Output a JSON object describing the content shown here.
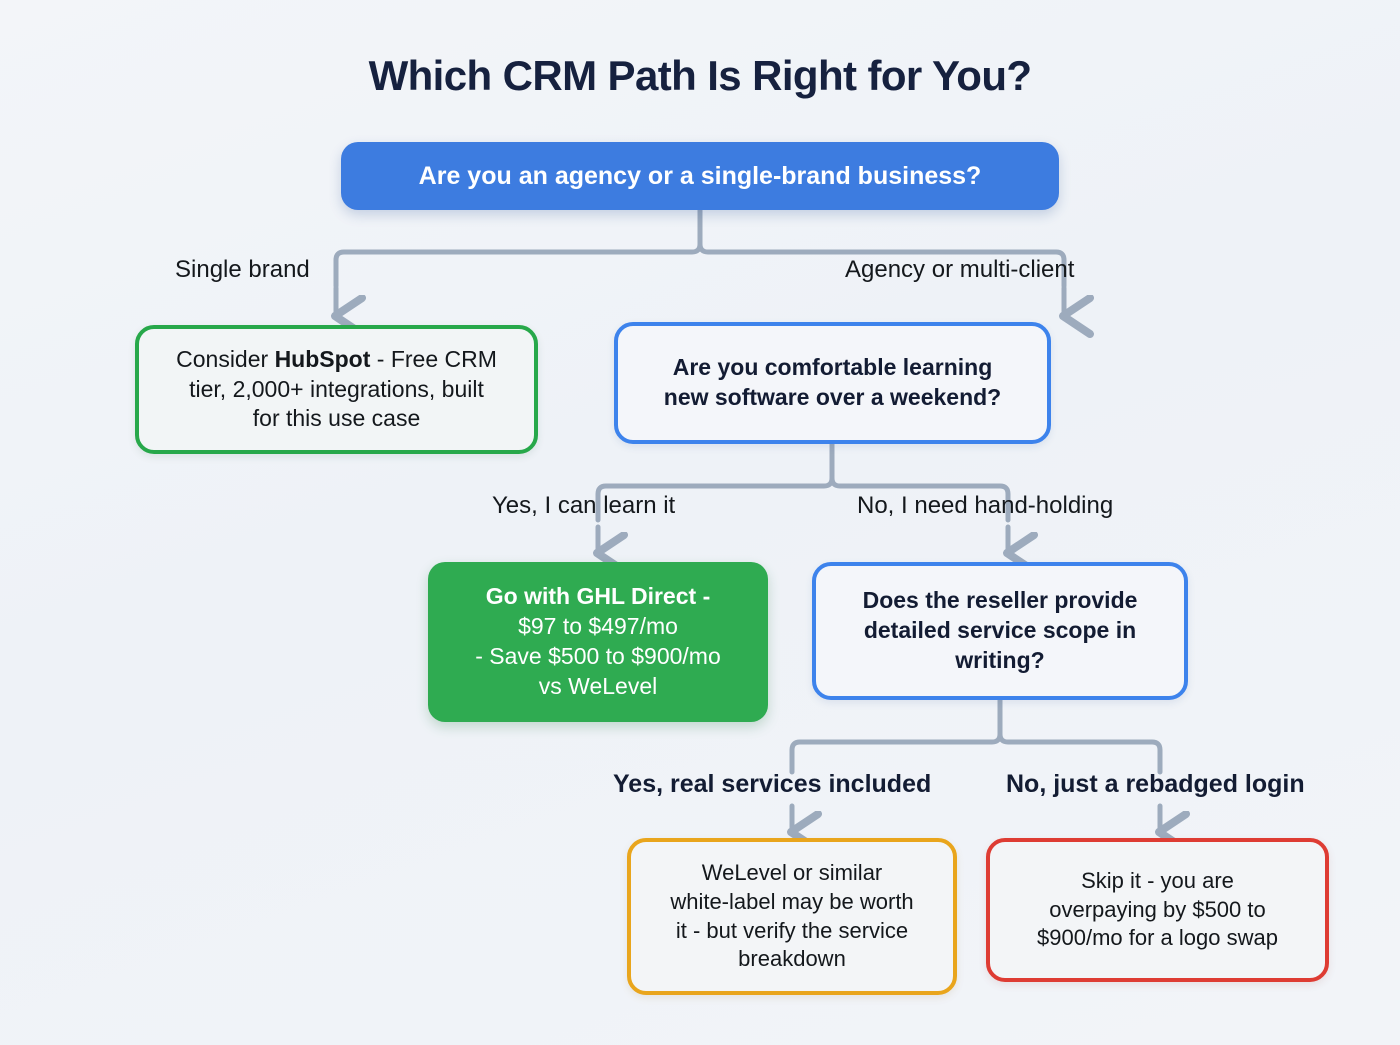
{
  "page": {
    "title": "Which CRM Path Is Right for You?",
    "background_color": "#f1f4f8",
    "connector_color": "#9dabbd"
  },
  "palette": {
    "blue": "#3d7ce0",
    "blue_outline": "#3d83ec",
    "green": "#2fab51",
    "green_outline": "#27a84a",
    "amber": "#e9a51c",
    "red": "#de3c33",
    "navy_text": "#16213f",
    "body_text": "#14181c",
    "white": "#ffffff"
  },
  "chart_data": {
    "type": "diagram",
    "diagram_kind": "decision-tree-flowchart",
    "title": "Which CRM Path Is Right for You?",
    "nodes": [
      {
        "id": "q1",
        "kind": "decision",
        "style": "blue-filled",
        "text": "Are you an agency or a single-brand business?"
      },
      {
        "id": "hubspot",
        "kind": "outcome",
        "style": "green-outline",
        "text": "Consider HubSpot - Free CRM tier, 2,000+ integrations, built for this use case"
      },
      {
        "id": "q2",
        "kind": "decision",
        "style": "blue-outline",
        "text": "Are you comfortable learning new software over a weekend?"
      },
      {
        "id": "ghl",
        "kind": "outcome",
        "style": "green-filled",
        "text": "Go with GHL Direct - $97 to $497/mo - Save $500 to $900/mo vs WeLevel"
      },
      {
        "id": "q3",
        "kind": "decision",
        "style": "blue-outline",
        "text": "Does the reseller provide detailed service scope in writing?"
      },
      {
        "id": "welevel",
        "kind": "outcome",
        "style": "amber-outline",
        "text": "WeLevel or similar white-label may be worth it - but verify the service breakdown"
      },
      {
        "id": "skip",
        "kind": "outcome",
        "style": "red-outline",
        "text": "Skip it - you are overpaying by $500 to $900/mo for a logo swap"
      }
    ],
    "edges": [
      {
        "from": "q1",
        "to": "hubspot",
        "label": "Single brand"
      },
      {
        "from": "q1",
        "to": "q2",
        "label": "Agency or multi-client"
      },
      {
        "from": "q2",
        "to": "ghl",
        "label": "Yes, I can learn it"
      },
      {
        "from": "q2",
        "to": "q3",
        "label": "No, I need hand-holding"
      },
      {
        "from": "q3",
        "to": "welevel",
        "label": "Yes, real services included"
      },
      {
        "from": "q3",
        "to": "skip",
        "label": "No, just a rebadged login"
      }
    ]
  },
  "nodes": {
    "q1": {
      "text": "Are you an agency or a single-brand business?"
    },
    "hubspot": {
      "line1_pre": "Consider ",
      "line1_strong": "HubSpot",
      "line1_post": " - Free CRM",
      "line2": "tier, 2,000+ integrations, built",
      "line3": "for this use case"
    },
    "q2": {
      "line1": "Are you comfortable learning",
      "line2": "new software over a weekend?"
    },
    "ghl": {
      "line1": "Go with GHL Direct -",
      "line2": "$97 to $497/mo",
      "line3": "- Save $500 to $900/mo",
      "line4": "vs WeLevel"
    },
    "q3": {
      "line1": "Does the reseller provide",
      "line2": "detailed service scope in",
      "line3": "writing?"
    },
    "welevel": {
      "line1": "WeLevel or similar",
      "line2": "white-label may be worth",
      "line3": "it - but verify the service",
      "line4": "breakdown"
    },
    "skip": {
      "line1": "Skip it - you are",
      "line2": "overpaying by $500 to",
      "line3": "$900/mo for a logo swap"
    }
  },
  "edge_labels": {
    "single_brand": "Single brand",
    "agency": "Agency or multi-client",
    "yes_learn": "Yes, I can learn it",
    "no_handholding": "No, I need hand-holding",
    "yes_services": "Yes, real services included",
    "no_rebadged": "No, just a rebadged login"
  }
}
